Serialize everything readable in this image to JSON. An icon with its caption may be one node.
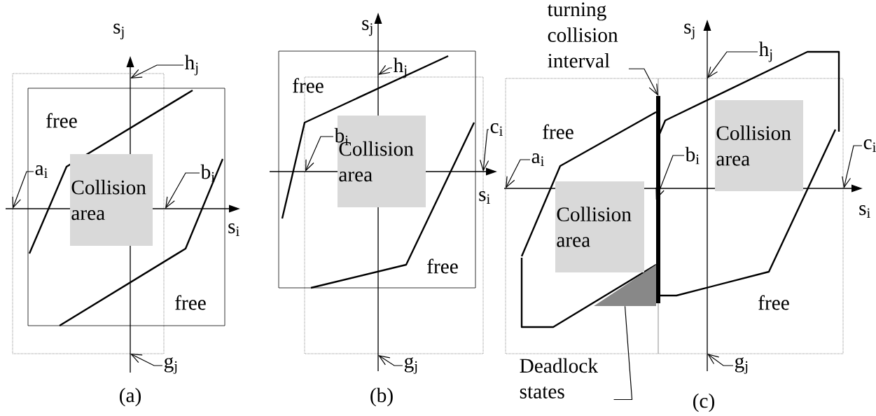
{
  "diagram": {
    "nodes": [
      {
        "text": [
          "Collision area"
        ]
      },
      {
        "text": [
          "a$_{i}$"
        ]
      },
      {
        "text": [
          "b$_{i}$"
        ]
      },
      {
        "text": [
          "h$_{j}$"
        ]
      },
      {
        "text": [
          "g$_{j}$"
        ]
      },
      {
        "text": [
          "Collision area"
        ]
      },
      {
        "text": [
          "b$_{i}$"
        ]
      },
      {
        "text": [
          "h$_{j}$"
        ]
      },
      {
        "text": [
          "c$_{i}$"
        ]
      },
      {
        "text": [
          "g$_{j}$"
        ]
      },
      {
        "text": [
          "turning collision interval"
        ]
      },
      {
        "text": [],
        "shape": "bar"
      },
      {
        "text": [
          "Collision area"
        ]
      },
      {
        "text": [
          "Collision area"
        ]
      },
      {
        "text": [
          "a$_{i}$"
        ]
      },
      {
        "text": [
          "b$_{i}$"
        ]
      },
      {
        "text": [
          "c$_{i}$"
        ]
      },
      {
        "text": [
          "h$_{j}$"
        ]
      },
      {
        "text": [
          "g$_{j}$"
        ]
      },
      {
        "text": [
          "Deadlock states"
        ]
      },
      {
        "text": [],
        "shape": "triangle"
      }
    ],
    "edges": [
      {
        "from": 1,
        "to": null,
        "arrow": "to"
      },
      {
        "from": 2,
        "to": null,
        "arrow": "to"
      },
      {
        "from": 3,
        "to": null,
        "arrow": "to"
      },
      {
        "from": 4,
        "to": null,
        "arrow": "to"
      },
      {
        "from": 6,
        "to": null,
        "arrow": "to"
      },
      {
        "from": 7,
        "to": null,
        "arrow": "to"
      },
      {
        "from": 8,
        "to": null,
        "arrow": "to"
      },
      {
        "from": 9,
        "to": null,
        "arrow": "to"
      },
      {
        "from": 10,
        "to": 11,
        "arrow": "to"
      },
      {
        "from": 14,
        "to": null,
        "arrow": "to"
      },
      {
        "from": 15,
        "to": 11,
        "arrow": "to"
      },
      {
        "from": 16,
        "to": null,
        "arrow": "to"
      },
      {
        "from": 17,
        "to": null,
        "arrow": "to"
      },
      {
        "from": 18,
        "to": null,
        "arrow": "to"
      },
      {
        "from": 19,
        "to": 20,
        "arrow": "none"
      }
    ],
    "labels": [
      "s$_{j}$",
      "free",
      "s$_{i}$",
      "free",
      "(a)",
      "s$_{j}$",
      "free",
      "s$_{i}$",
      "free",
      "(b)",
      "s$_{j}$",
      "free",
      "s$_{i}$",
      "free",
      "(c)"
    ]
  }
}
